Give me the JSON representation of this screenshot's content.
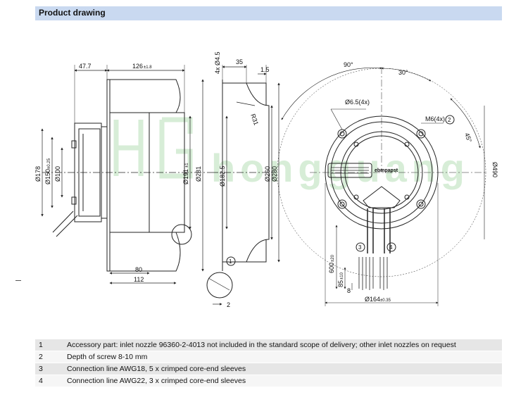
{
  "header": {
    "title": "Product drawing"
  },
  "watermark": {
    "text": "hongguang",
    "mark": "HG",
    "color": "#8fce8f"
  },
  "drawing": {
    "left_view": {
      "dims": {
        "d1": "47.7",
        "d2_main": "126",
        "d2_tol": "±1.8",
        "d3": "Ø178",
        "d4_main": "Ø150",
        "d4_tol": "±0.25",
        "d5": "Ø100",
        "d6_main": "Ø191",
        "d6_tol": "±1",
        "d7": "Ø281",
        "d8": "80",
        "d9": "112"
      }
    },
    "middle_view": {
      "dims": {
        "d1": "4x Ø4.5",
        "d2": "35",
        "d3": "1.5",
        "d4": "R31",
        "d5": "Ø182.5",
        "d6": "Ø260",
        "d7": "Ø280",
        "d8": "2"
      },
      "callout": "1"
    },
    "front_view": {
      "dims": {
        "d1": "90°",
        "d2": "30°",
        "d3": "Ø6.5(4x)",
        "d4": "M6(4x)",
        "d5": "45°",
        "d6": "Ø490",
        "d7": "600",
        "d7_tol": "±20",
        "d8": "85",
        "d8_tol": "±10",
        "d9": "8",
        "d10_main": "Ø164",
        "d10_tol": "±0.35"
      },
      "brand": "ebmpapst",
      "callouts": [
        "2",
        "3",
        "4"
      ]
    }
  },
  "notes": [
    {
      "num": "1",
      "text": "Accessory part: inlet nozzle 96360-2-4013 not included in the standard scope of delivery; other inlet nozzles on request"
    },
    {
      "num": "2",
      "text": "Depth of screw 8-10 mm"
    },
    {
      "num": "3",
      "text": "Connection line AWG18, 5 x crimped core-end sleeves"
    },
    {
      "num": "4",
      "text": "Connection line AWG22, 3 x crimped core-end sleeves"
    }
  ]
}
